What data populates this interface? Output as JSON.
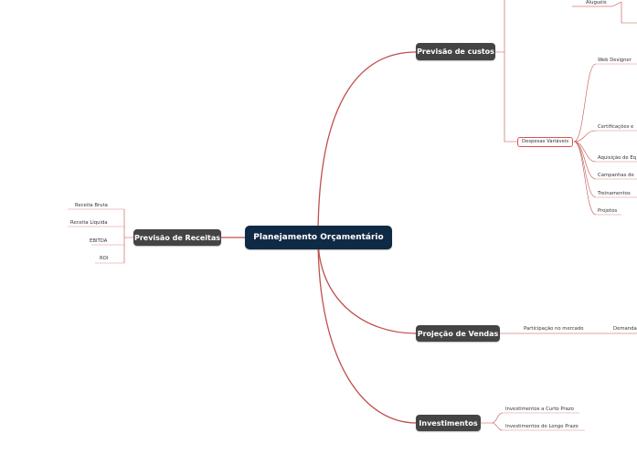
{
  "colors": {
    "connector": "#c0504d",
    "leaf_underline": "#d98a87",
    "root_fill": "#0f2a45",
    "branch_fill": "#444444"
  },
  "root": {
    "label": "Planejamento Orçamentário"
  },
  "branches": {
    "custos": {
      "label": "Previsão de custos",
      "children": {
        "alugueis": "Aluguéis",
        "despesas": {
          "label": "Despesas Variáveis",
          "items": [
            "Web Designer",
            "Certificações e",
            "Aquisição de Eq",
            "Campanhas de",
            "Treinamentos",
            "Projetos"
          ]
        }
      }
    },
    "receitas": {
      "label": "Previsão de Receitas",
      "items": [
        "Receita Bruta",
        "Receita Líquida",
        "EBITDA",
        "ROI"
      ]
    },
    "vendas": {
      "label": "Projeção de Vendas",
      "items": [
        "Participação no mercado",
        "Demanda"
      ]
    },
    "investimentos": {
      "label": "Investimentos",
      "items": [
        "Investimentos a Curto Prazo",
        "Investimentos de Longo Prazo"
      ]
    }
  }
}
